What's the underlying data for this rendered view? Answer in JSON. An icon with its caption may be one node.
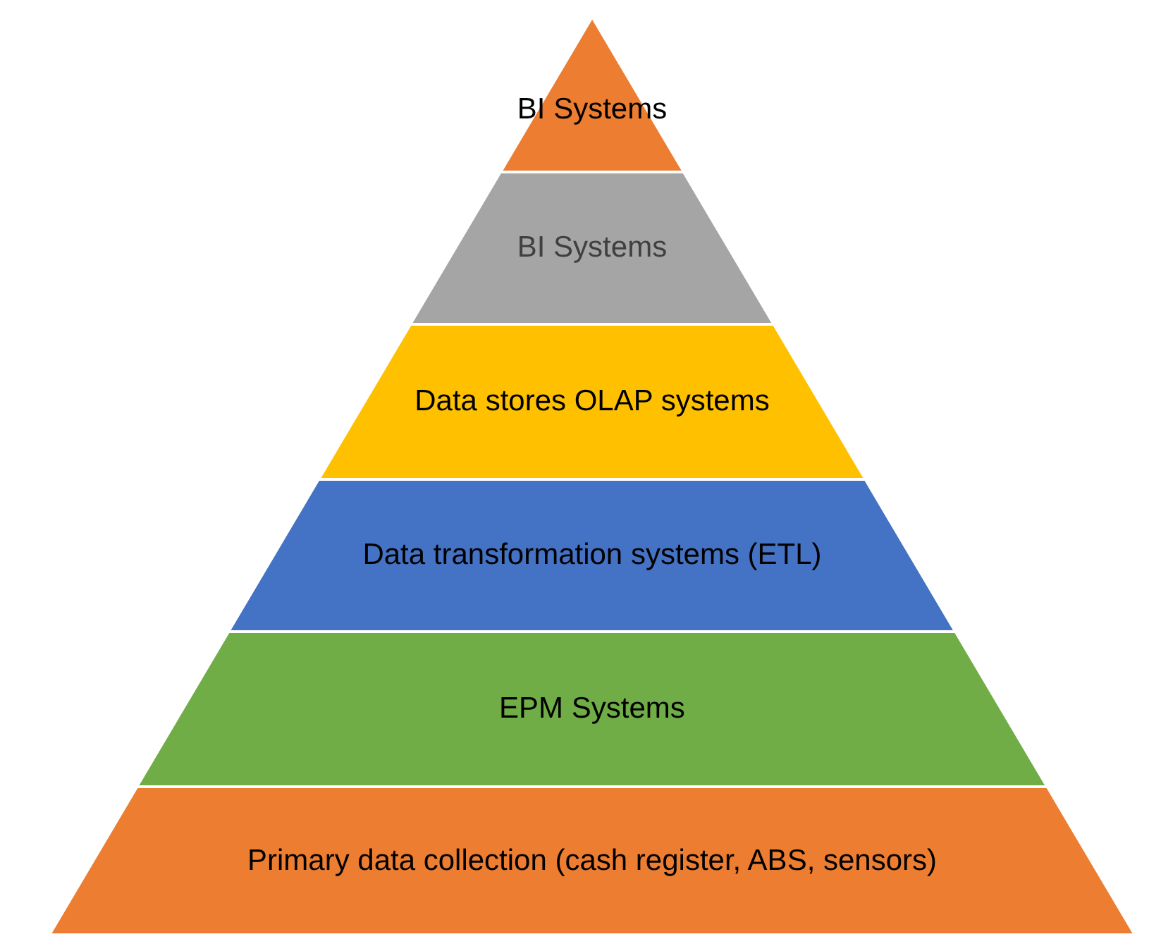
{
  "diagram": {
    "nodes": [
      {
        "text": [
          "BI Systems"
        ]
      },
      {
        "text": [
          "BI Systems"
        ]
      },
      {
        "text": [
          "Data stores OLAP systems"
        ]
      },
      {
        "text": [
          "Data transformation systems (ETL)"
        ]
      },
      {
        "text": [
          "EPM Systems"
        ]
      },
      {
        "text": [
          "Primary data collection (cash register, ABS, sensors)"
        ]
      }
    ]
  }
}
